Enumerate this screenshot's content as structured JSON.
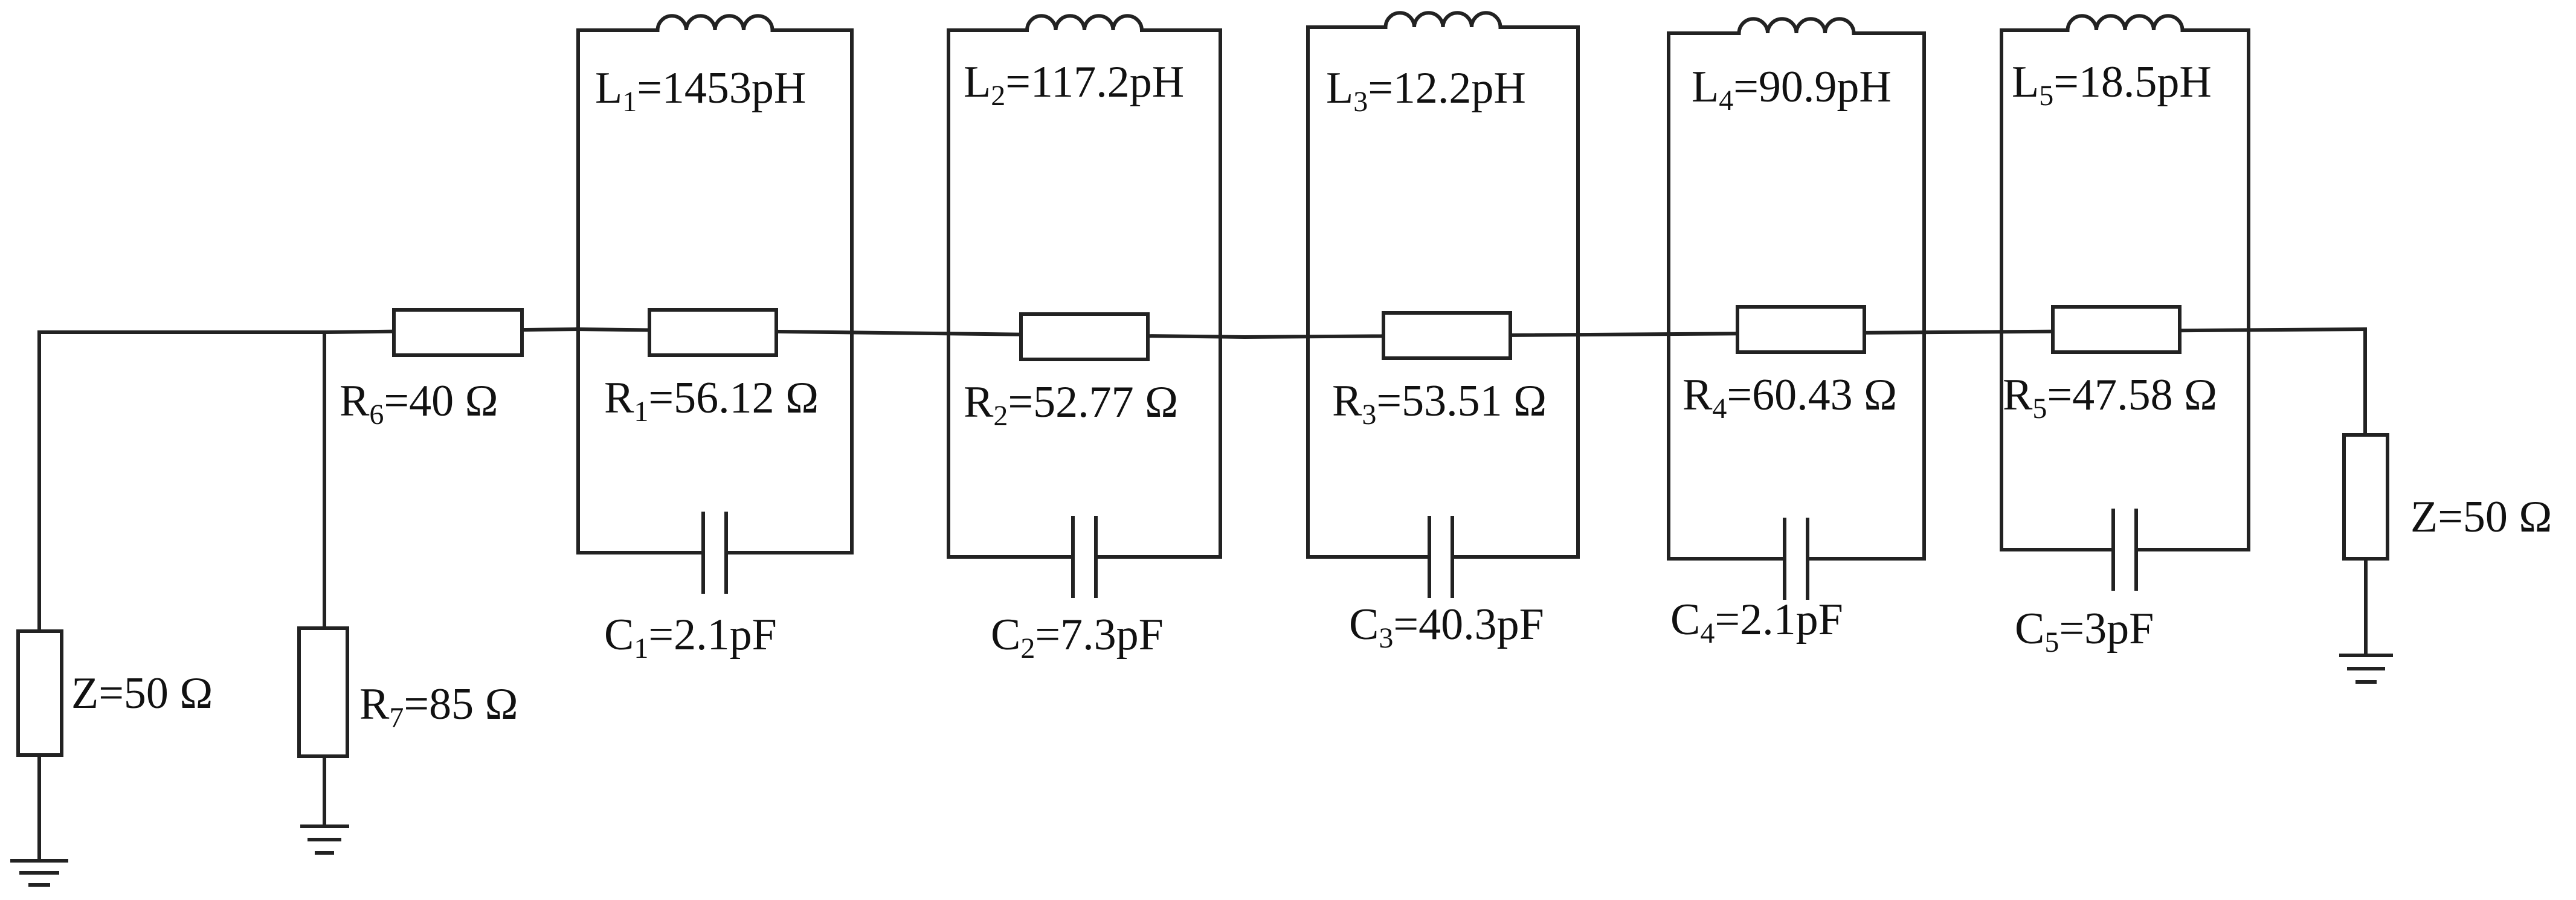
{
  "source_impedance": {
    "text": "Z=50 Ω"
  },
  "load_impedance": {
    "text": "Z=50 Ω"
  },
  "shunt_resistor": {
    "sym": "R",
    "sub": "7",
    "val": "=85 Ω"
  },
  "series_resistor": {
    "sym": "R",
    "sub": "6",
    "val": "=40 Ω"
  },
  "sections": [
    {
      "L": {
        "sym": "L",
        "sub": "1",
        "val": "=1453pH"
      },
      "R": {
        "sym": "R",
        "sub": "1",
        "val": "=56.12 Ω"
      },
      "C": {
        "sym": "C",
        "sub": "1",
        "val": "=2.1pF"
      }
    },
    {
      "L": {
        "sym": "L",
        "sub": "2",
        "val": "=117.2pH"
      },
      "R": {
        "sym": "R",
        "sub": "2",
        "val": "=52.77 Ω"
      },
      "C": {
        "sym": "C",
        "sub": "2",
        "val": "=7.3pF"
      }
    },
    {
      "L": {
        "sym": "L",
        "sub": "3",
        "val": "=12.2pH"
      },
      "R": {
        "sym": "R",
        "sub": "3",
        "val": "=53.51 Ω"
      },
      "C": {
        "sym": "C",
        "sub": "3",
        "val": "=40.3pF"
      }
    },
    {
      "L": {
        "sym": "L",
        "sub": "4",
        "val": "=90.9pH"
      },
      "R": {
        "sym": "R",
        "sub": "4",
        "val": "=60.43 Ω"
      },
      "C": {
        "sym": "C",
        "sub": "4",
        "val": "=2.1pF"
      }
    },
    {
      "L": {
        "sym": "L",
        "sub": "5",
        "val": "=18.5pH"
      },
      "R": {
        "sym": "R",
        "sub": "5",
        "val": "=47.58 Ω"
      },
      "C": {
        "sym": "C",
        "sub": "5",
        "val": "=3pF"
      }
    }
  ]
}
